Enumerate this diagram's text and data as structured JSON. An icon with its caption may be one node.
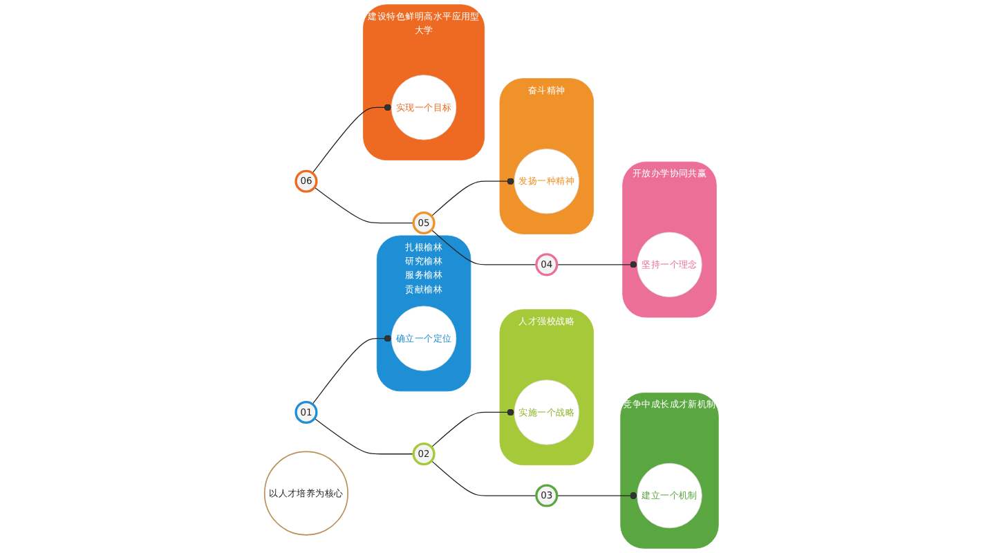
{
  "diagram": {
    "nodes": [
      {
        "text": [
          "扎根榆林",
          "研究榆林",
          "服务榆林",
          "贡献榆林"
        ]
      },
      {
        "text": [
          "确立一个定位"
        ],
        "in": 0
      },
      {
        "text": [
          "建设特色鲜明高水平应用型大学"
        ]
      },
      {
        "text": [
          "实现一个目标"
        ],
        "in": 2
      },
      {
        "text": [
          "01"
        ]
      },
      {
        "text": [
          "06"
        ]
      },
      {
        "text": [
          "人才强校战略"
        ]
      },
      {
        "text": [
          "实施一个战略"
        ],
        "in": 6
      },
      {
        "text": [
          "02"
        ]
      },
      {
        "text": [
          "以人才培养为核心"
        ]
      },
      {
        "text": [
          "05"
        ]
      },
      {
        "text": [
          "奋斗精神"
        ]
      },
      {
        "text": [
          "发扬一种精神"
        ],
        "in": 11
      },
      {
        "text": [
          "03"
        ]
      },
      {
        "text": [
          "04"
        ]
      },
      {
        "text": [
          "竞争中成长成才新机制"
        ]
      },
      {
        "text": [
          "建立一个机制"
        ],
        "in": 15
      },
      {
        "text": [
          "开放办学协同共赢"
        ]
      },
      {
        "text": [
          "坚持一个理念"
        ],
        "in": 17
      }
    ],
    "edges": [
      {
        "from": 4,
        "to": 1,
        "arrow": "other"
      },
      {
        "from": 5,
        "to": 3,
        "arrow": "other"
      },
      {
        "from": 8,
        "to": 7,
        "arrow": "other"
      },
      {
        "from": 10,
        "to": 12,
        "arrow": "other"
      },
      {
        "from": 13,
        "to": 16,
        "arrow": "other"
      },
      {
        "from": 14,
        "to": 18,
        "arrow": "other"
      },
      {
        "from": 4,
        "to": 8,
        "arrow": "none"
      },
      {
        "from": 8,
        "to": 13,
        "arrow": "none"
      },
      {
        "from": 5,
        "to": 10,
        "arrow": "none"
      },
      {
        "from": 10,
        "to": 14,
        "arrow": "none"
      }
    ]
  }
}
